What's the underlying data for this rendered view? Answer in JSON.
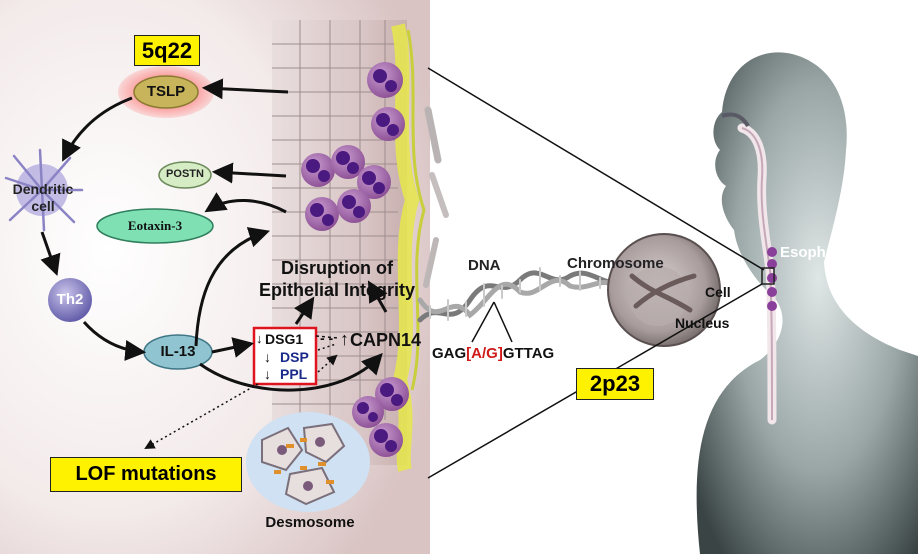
{
  "loci": {
    "five_q": "5q22",
    "two_p": "2p23"
  },
  "mediators": {
    "tslp": "TSLP",
    "postn": "POSTN",
    "eotaxin": "Eotaxin-3",
    "il13": "IL-13",
    "th2": "Th2",
    "dendritic": [
      "Dendritic",
      "cell"
    ]
  },
  "genes": {
    "dsg1": "DSG1",
    "dsp": "DSP",
    "ppl": "PPL",
    "capn14": "CAPN14",
    "up_arrow": "↑",
    "down_arrow": "↓",
    "dash": "- -"
  },
  "labels": {
    "disruption": [
      "Disruption of",
      "Epithelial Integrity"
    ],
    "dna": "DNA",
    "chromosome": "Chromosome",
    "cell": "Cell",
    "nucleus": "Nucleus",
    "esophagus": "Esophagus",
    "desmosome": "Desmosome",
    "lof": "LOF mutations"
  },
  "sequence": {
    "left": "GAG",
    "variant": "[A/G]",
    "right": "GTTAG"
  },
  "colors": {
    "locus_box": "#fff200",
    "tslp_fill": "#c8b45a",
    "postn_fill": "#d6ecc4",
    "eotaxin_fill": "#7fe0b4",
    "il13_fill": "#8fc4d0",
    "variant_red": "#d11a1a",
    "eosinophil": "#7a2a8a",
    "gene_box_border": "#e0141e"
  }
}
